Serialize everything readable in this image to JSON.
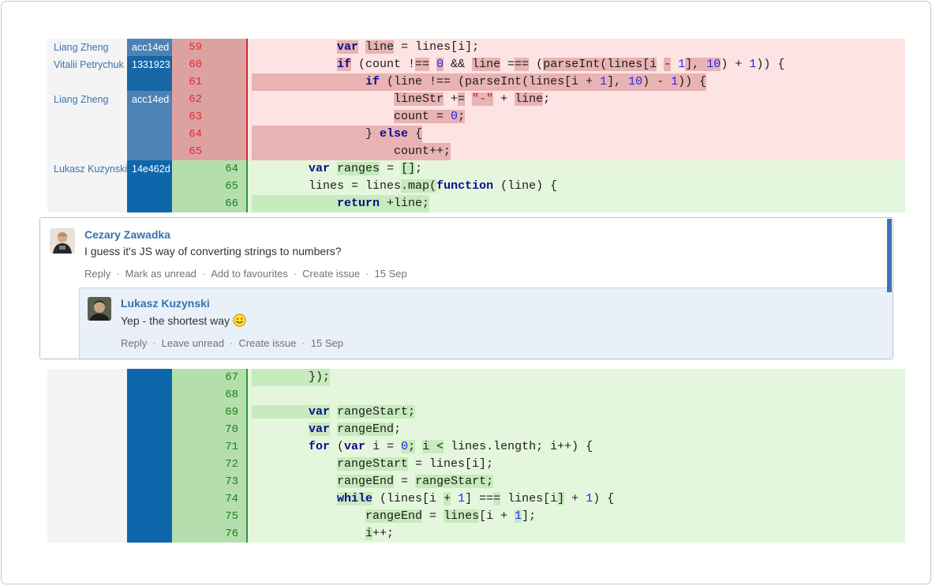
{
  "colors": {
    "hash_acc14ed": "#4d83b4",
    "hash_1331923": "#1766a5",
    "hash_14e462d": "#0c68aa",
    "del_num_bg": "#dca2a2",
    "del_code_bg": "#fde3e3",
    "del_hl": "#e9b3b3",
    "del_gutter": "#cc2b2b",
    "add_num_bg": "#b4dfad",
    "add_code_bg": "#e4f7dd",
    "add_hl": "#c7ebbc",
    "add_gutter": "#35923a",
    "author_link": "#3b73af",
    "name_link": "#3572b0",
    "unread_bar": "#3a76b4",
    "reply_bg": "#e9f0f8"
  },
  "diff": {
    "top_rows": [
      {
        "kind": "del",
        "old": "59",
        "new": "",
        "author": "Liang Zheng",
        "hash": "acc14ed",
        "hashColor": "#4d83b4",
        "full": false,
        "tokens": [
          [
            "            ",
            ""
          ],
          [
            "var",
            "kh"
          ],
          [
            " ",
            ""
          ],
          [
            "line",
            "h"
          ],
          [
            " = lines[i];",
            ""
          ]
        ]
      },
      {
        "kind": "del",
        "old": "60",
        "new": "",
        "author": "Vitalii Petrychuk",
        "hash": "1331923",
        "hashColor": "#1766a5",
        "full": false,
        "tokens": [
          [
            "            ",
            ""
          ],
          [
            "if",
            "kh"
          ],
          [
            " (count !",
            ""
          ],
          [
            "==",
            "h"
          ],
          [
            " ",
            ""
          ],
          [
            "0",
            "nh"
          ],
          [
            " && ",
            ""
          ],
          [
            "line",
            "h"
          ],
          [
            " =",
            ""
          ],
          [
            "==",
            "h"
          ],
          [
            " (",
            ""
          ],
          [
            "parseInt(lines[i",
            "h"
          ],
          [
            " ",
            ""
          ],
          [
            "-",
            "h"
          ],
          [
            " ",
            ""
          ],
          [
            "1",
            "n"
          ],
          [
            "], ",
            "h"
          ],
          [
            "10",
            "nh"
          ],
          [
            ") + ",
            ""
          ],
          [
            "1",
            "n"
          ],
          [
            ")) {",
            ""
          ]
        ]
      },
      {
        "kind": "del",
        "old": "61",
        "new": "",
        "author": "",
        "hash": "",
        "hashColor": "#1766a5",
        "full": true,
        "tokens": [
          [
            "                ",
            ""
          ],
          [
            "if",
            "k"
          ],
          [
            " (line !== (parseInt(lines[i + ",
            ""
          ],
          [
            "1",
            "n"
          ],
          [
            "], ",
            ""
          ],
          [
            "10",
            "n"
          ],
          [
            ") - ",
            ""
          ],
          [
            "1",
            "n"
          ],
          [
            ")) {",
            ""
          ]
        ]
      },
      {
        "kind": "del",
        "old": "62",
        "new": "",
        "author": "Liang Zheng",
        "hash": "acc14ed",
        "hashColor": "#4d83b4",
        "full": false,
        "tokens": [
          [
            "                    ",
            ""
          ],
          [
            "lineStr",
            "h"
          ],
          [
            " +",
            ""
          ],
          [
            "=",
            "h"
          ],
          [
            " ",
            ""
          ],
          [
            "\"-\"",
            "sh"
          ],
          [
            " + ",
            ""
          ],
          [
            "line",
            "h"
          ],
          [
            ";",
            ""
          ]
        ]
      },
      {
        "kind": "del",
        "old": "63",
        "new": "",
        "author": "",
        "hash": "",
        "hashColor": "#4d83b4",
        "full": false,
        "tokens": [
          [
            "                    ",
            ""
          ],
          [
            "count = ",
            "h"
          ],
          [
            "0",
            "nh"
          ],
          [
            ";",
            "h"
          ]
        ]
      },
      {
        "kind": "del",
        "old": "64",
        "new": "",
        "author": "",
        "hash": "",
        "hashColor": "#4d83b4",
        "full": true,
        "tokens": [
          [
            "                ",
            ""
          ],
          [
            "} ",
            ""
          ],
          [
            "else",
            "k"
          ],
          [
            " {",
            ""
          ]
        ]
      },
      {
        "kind": "del",
        "old": "65",
        "new": "",
        "author": "",
        "hash": "",
        "hashColor": "#4d83b4",
        "full": true,
        "tokens": [
          [
            "                    ",
            ""
          ],
          [
            "count++;",
            ""
          ]
        ]
      },
      {
        "kind": "add",
        "old": "",
        "new": "64",
        "author": "Lukasz Kuzynski",
        "hash": "14e462d",
        "hashColor": "#0c68aa",
        "full": false,
        "tokens": [
          [
            "        ",
            ""
          ],
          [
            "var",
            "k"
          ],
          [
            " ",
            ""
          ],
          [
            "ranges",
            "h"
          ],
          [
            " = ",
            ""
          ],
          [
            "[]",
            "h"
          ],
          [
            ";",
            ""
          ]
        ]
      },
      {
        "kind": "add",
        "old": "",
        "new": "65",
        "author": "",
        "hash": "",
        "hashColor": "#0c68aa",
        "full": false,
        "tokens": [
          [
            "        ",
            ""
          ],
          [
            "lines = lines",
            ""
          ],
          [
            ".map(",
            "h"
          ],
          [
            "function",
            "k"
          ],
          [
            " (line) {",
            ""
          ]
        ]
      },
      {
        "kind": "add",
        "old": "",
        "new": "66",
        "author": "",
        "hash": "",
        "hashColor": "#0c68aa",
        "full": true,
        "tokens": [
          [
            "            ",
            ""
          ],
          [
            "return",
            "k"
          ],
          [
            " +line;",
            ""
          ]
        ]
      }
    ],
    "bottom_rows": [
      {
        "kind": "add",
        "old": "",
        "new": "67",
        "author": "",
        "hash": "",
        "hashColor": "#0c68aa",
        "full": true,
        "tokens": [
          [
            "        ",
            ""
          ],
          [
            "});",
            ""
          ]
        ]
      },
      {
        "kind": "add",
        "old": "",
        "new": "68",
        "author": "",
        "hash": "",
        "hashColor": "#0c68aa",
        "full": false,
        "tokens": []
      },
      {
        "kind": "add",
        "old": "",
        "new": "69",
        "author": "",
        "hash": "",
        "hashColor": "#0c68aa",
        "full": false,
        "tokens": [
          [
            "        ",
            "h"
          ],
          [
            "var",
            "kh"
          ],
          [
            " ",
            ""
          ],
          [
            "rangeStart;",
            "h"
          ]
        ]
      },
      {
        "kind": "add",
        "old": "",
        "new": "70",
        "author": "",
        "hash": "",
        "hashColor": "#0c68aa",
        "full": false,
        "tokens": [
          [
            "        ",
            ""
          ],
          [
            "var",
            "kh"
          ],
          [
            " ",
            ""
          ],
          [
            "rangeEnd",
            "h"
          ],
          [
            ";",
            ""
          ]
        ]
      },
      {
        "kind": "add",
        "old": "",
        "new": "71",
        "author": "",
        "hash": "",
        "hashColor": "#0c68aa",
        "full": false,
        "tokens": [
          [
            "        ",
            ""
          ],
          [
            "for",
            "k"
          ],
          [
            " (",
            ""
          ],
          [
            "var",
            "k"
          ],
          [
            " i = ",
            ""
          ],
          [
            "0",
            "nh"
          ],
          [
            ";",
            "h"
          ],
          [
            " ",
            ""
          ],
          [
            "i <",
            "h"
          ],
          [
            " lines.length; i++) {",
            ""
          ]
        ]
      },
      {
        "kind": "add",
        "old": "",
        "new": "72",
        "author": "",
        "hash": "",
        "hashColor": "#0c68aa",
        "full": false,
        "tokens": [
          [
            "            ",
            ""
          ],
          [
            "rangeStart",
            "h"
          ],
          [
            " = lines[i];",
            ""
          ]
        ]
      },
      {
        "kind": "add",
        "old": "",
        "new": "73",
        "author": "",
        "hash": "",
        "hashColor": "#0c68aa",
        "full": false,
        "tokens": [
          [
            "            ",
            ""
          ],
          [
            "rangeEnd",
            "h"
          ],
          [
            " = ",
            ""
          ],
          [
            "rangeStart;",
            "h"
          ]
        ]
      },
      {
        "kind": "add",
        "old": "",
        "new": "74",
        "author": "",
        "hash": "",
        "hashColor": "#0c68aa",
        "full": false,
        "tokens": [
          [
            "            ",
            ""
          ],
          [
            "while",
            "kh"
          ],
          [
            " (lines[i ",
            ""
          ],
          [
            "+",
            "h"
          ],
          [
            " ",
            ""
          ],
          [
            "1",
            "n"
          ],
          [
            "] ==",
            ""
          ],
          [
            "=",
            "h"
          ],
          [
            " lines[i",
            ""
          ],
          [
            "]",
            "h"
          ],
          [
            " + ",
            ""
          ],
          [
            "1",
            "n"
          ],
          [
            ") {",
            ""
          ]
        ]
      },
      {
        "kind": "add",
        "old": "",
        "new": "75",
        "author": "",
        "hash": "",
        "hashColor": "#0c68aa",
        "full": false,
        "tokens": [
          [
            "                ",
            ""
          ],
          [
            "rangeEnd",
            "h"
          ],
          [
            " = ",
            ""
          ],
          [
            "lines",
            "h"
          ],
          [
            "[i + ",
            ""
          ],
          [
            "1",
            "nh"
          ],
          [
            "];",
            ""
          ]
        ]
      },
      {
        "kind": "add",
        "old": "",
        "new": "76",
        "author": "",
        "hash": "",
        "hashColor": "#0c68aa",
        "full": false,
        "tokens": [
          [
            "                ",
            ""
          ],
          [
            "i",
            "h"
          ],
          [
            "++;",
            ""
          ]
        ]
      }
    ]
  },
  "comments": {
    "root": {
      "author": "Cezary Zawadka",
      "body": "I guess it's JS way of converting strings to numbers?",
      "actions": [
        "Reply",
        "Mark as unread",
        "Add to favourites",
        "Create issue"
      ],
      "date": "15 Sep"
    },
    "reply": {
      "author": "Lukasz Kuzynski",
      "body": "Yep - the shortest way",
      "emoticon": "smiley-face",
      "actions": [
        "Reply",
        "Leave unread",
        "Create issue"
      ],
      "date": "15 Sep"
    }
  }
}
